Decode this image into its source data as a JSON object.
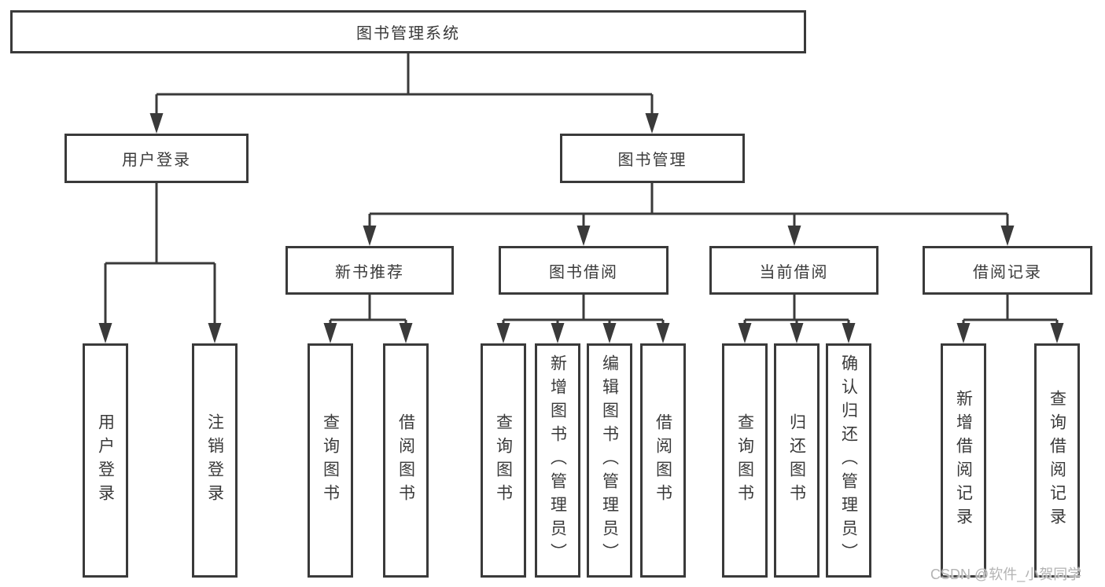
{
  "diagram": {
    "title": "图书管理系统",
    "nodes": {
      "root": "图书管理系统",
      "user_login": "用户登录",
      "book_mgmt": "图书管理",
      "new_book_rec": "新书推荐",
      "book_borrow": "图书借阅",
      "current_borrow": "当前借阅",
      "borrow_history": "借阅记录"
    },
    "leaves": {
      "login": "用户登录",
      "logout": "注销登录",
      "rec_query": "查询图书",
      "rec_borrow": "借阅图书",
      "bb_query": "查询图书",
      "bb_add": "新增图书（管理员）",
      "bb_edit": "编辑图书（管理员）",
      "bb_borrow": "借阅图书",
      "cb_query": "查询图书",
      "cb_return": "归还图书",
      "cb_confirm": "确认归还（管理员）",
      "br_add": "新增借阅记录",
      "br_query": "查询借阅记录"
    },
    "colors": {
      "line": "#3a3a3a",
      "text": "#3a3a3a",
      "background": "#ffffff",
      "watermark": "#b3b3b3"
    }
  },
  "watermark": "CSDN @软件_小贺同学"
}
